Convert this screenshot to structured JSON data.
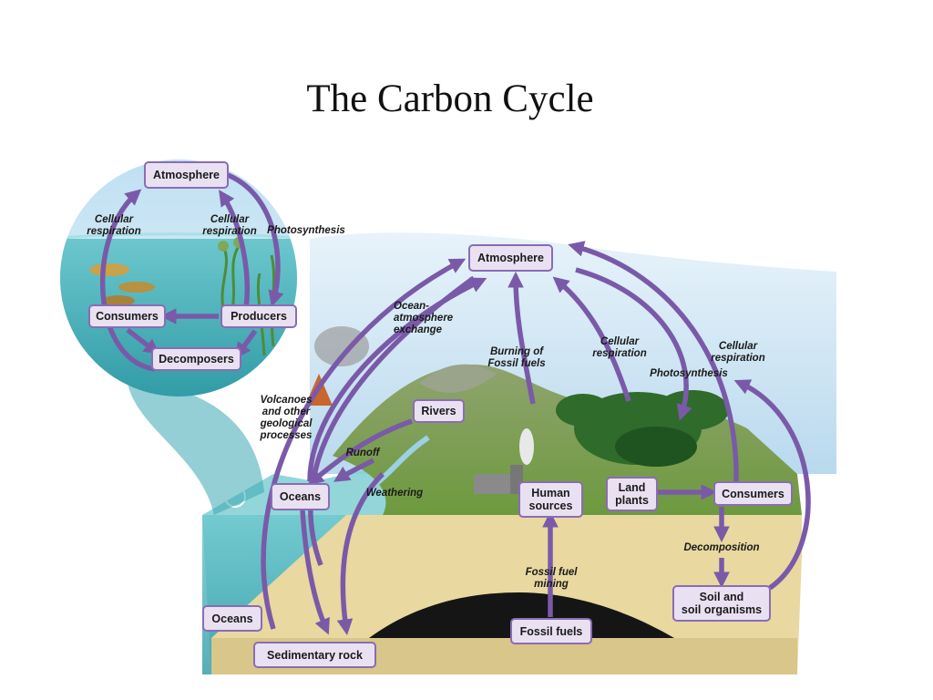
{
  "title": "The Carbon Cycle",
  "inset": {
    "nodes": {
      "atmosphere": "Atmosphere",
      "consumers": "Consumers",
      "producers": "Producers",
      "decomposers": "Decomposers"
    },
    "labels": {
      "cellular_respiration_left": "Cellular\nrespiration",
      "cellular_respiration_mid": "Cellular\nrespiration",
      "photosynthesis": "Photosynthesis"
    }
  },
  "main": {
    "nodes": {
      "atmosphere": "Atmosphere",
      "rivers": "Rivers",
      "oceans_surface": "Oceans",
      "human_sources": "Human\nsources",
      "land_plants": "Land\nplants",
      "consumers": "Consumers",
      "soil": "Soil and\nsoil organisms",
      "fossil_fuels": "Fossil fuels",
      "oceans_deep": "Oceans",
      "sedimentary_rock": "Sedimentary rock"
    },
    "labels": {
      "ocean_atmosphere_exchange": "Ocean-\natmosphere\nexchange",
      "burning_fossil_fuels": "Burning of\nFossil fuels",
      "cellular_respiration_1": "Cellular\nrespiration",
      "cellular_respiration_2": "Cellular\nrespiration",
      "photosynthesis": "Photosynthesis",
      "volcanoes": "Volcanoes\nand other\ngeological\nprocesses",
      "runoff": "Runoff",
      "weathering": "Weathering",
      "decomposition": "Decomposition",
      "fossil_fuel_mining": "Fossil fuel\nmining"
    }
  },
  "colors": {
    "arrow": "#7a5aa8",
    "node_fill": "#e9e1f1",
    "node_border": "#8a6cb5",
    "sky": "#c9e2f2",
    "water": "#5bbcc4",
    "ground": "#ead9a2",
    "fossil": "#1a1a1a"
  }
}
